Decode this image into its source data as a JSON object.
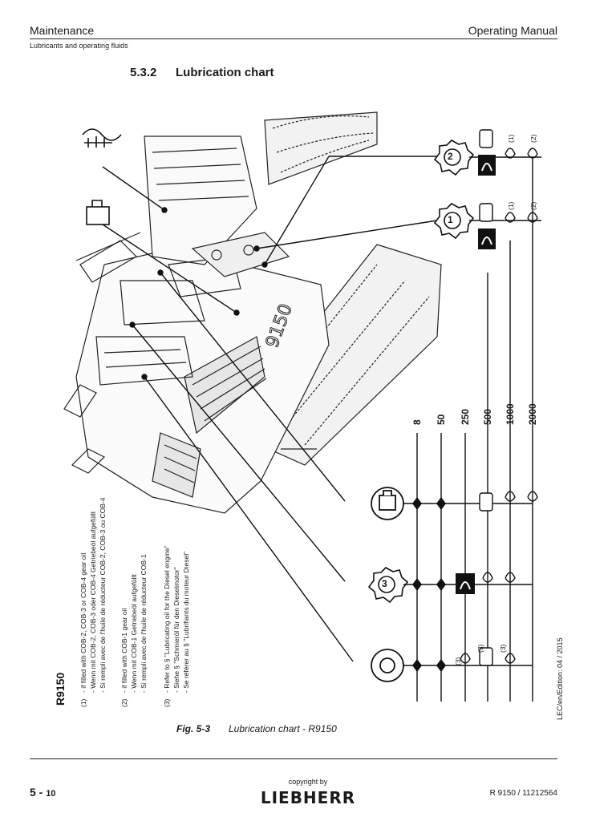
{
  "header": {
    "section": "Maintenance",
    "manual": "Operating Manual",
    "subtitle": "Lubricants and operating fluids"
  },
  "heading": {
    "number": "5.3.2",
    "title": "Lubrication chart"
  },
  "figure": {
    "model": "R9150",
    "notes": [
      {
        "mark": "(1)",
        "lines": [
          "- if filled with COB-2, COB-3 or COB-4 gear oil",
          "- Wenn mit COB-2, COB-3 oder COB-4 Getriebeöl aufgefüllt",
          "- Si rempli avec de l'huile de réducteur COB-2, COB-3 ou COB-4"
        ]
      },
      {
        "mark": "(2)",
        "lines": [
          "- if filled with COB-1 gear oil",
          "- Wenn mit COB-1 Getriebeöl aufgefüllt",
          "- Si rempli avec de l'huile de réducteur COB-1"
        ]
      },
      {
        "mark": "(3)",
        "lines": [
          "- Refer to § \"Lubricating oil for the Diesel engine\"",
          "- Siehe § \"Schmieröl für den Dieselmotor\"",
          "- Se référer au § \"Lubrifiants du moteur Diesel\""
        ]
      }
    ],
    "intervals": [
      "8",
      "50",
      "250",
      "500",
      "1000",
      "2000"
    ],
    "unit_machine_label": "R9150",
    "symbols": {
      "gear_1": "1",
      "gear_2": "2",
      "gear_3": "3"
    },
    "footnote_marks": {
      "one": "(1)",
      "two": "(2)",
      "three": "(3)"
    },
    "caption_number": "Fig. 5-3",
    "caption_text": "Lubrication chart - R9150"
  },
  "footer": {
    "page_main": "5 -",
    "page_sub": "10",
    "copyright": "copyright by",
    "brand": "LIEBHERR",
    "doc_id": "R 9150 / 11212564",
    "edition": "LEC/en/Edition: 04 / 2015"
  },
  "icons": [
    "gear-icon",
    "engine-oil-icon",
    "grease-gun-icon",
    "oil-can-icon",
    "fuel-tank-icon",
    "coolant-icon",
    "oil-drop-icon",
    "excavator-drawing"
  ]
}
